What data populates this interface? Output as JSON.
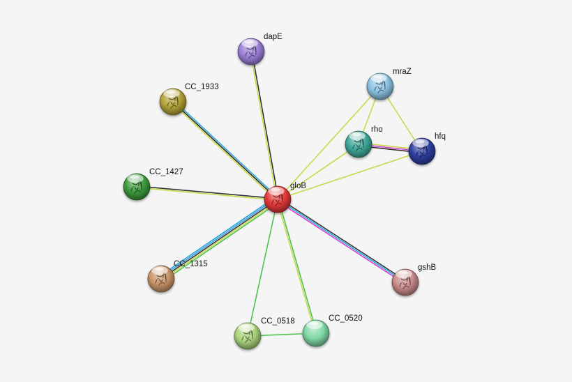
{
  "network": {
    "nodes": [
      {
        "id": "gloB",
        "label": "gloB",
        "color": "#e23838",
        "icon": "protein-structure-icon"
      },
      {
        "id": "dapE",
        "label": "dapE",
        "color": "#9b7fd6",
        "icon": "protein-structure-icon"
      },
      {
        "id": "CC_1933",
        "label": "CC_1933",
        "color": "#b2a238",
        "icon": "protein-structure-icon"
      },
      {
        "id": "CC_1427",
        "label": "CC_1427",
        "color": "#3c9a3c",
        "icon": "protein-structure-icon"
      },
      {
        "id": "CC_1315",
        "label": "CC_1315",
        "color": "#c9956a",
        "icon": "protein-structure-icon"
      },
      {
        "id": "CC_0518",
        "label": "CC_0518",
        "color": "#a8d37a",
        "icon": "protein-structure-icon"
      },
      {
        "id": "CC_0520",
        "label": "CC_0520",
        "color": "#7fd9a6",
        "icon": ""
      },
      {
        "id": "gshB",
        "label": "gshB",
        "color": "#c98a8a",
        "icon": "protein-structure-icon"
      },
      {
        "id": "hfq",
        "label": "hfq",
        "color": "#2e3d9e",
        "icon": "protein-structure-icon"
      },
      {
        "id": "rho",
        "label": "rho",
        "color": "#3fa79a",
        "icon": "protein-structure-icon"
      },
      {
        "id": "mraZ",
        "label": "mraZ",
        "color": "#8cc3e3",
        "icon": "protein-structure-icon"
      }
    ],
    "edges": [
      {
        "source": "gloB",
        "target": "dapE",
        "colors": [
          "#c9d94a",
          "#333333"
        ]
      },
      {
        "source": "gloB",
        "target": "CC_1933",
        "colors": [
          "#c9d94a",
          "#2a2a2a",
          "#27a6d8"
        ]
      },
      {
        "source": "gloB",
        "target": "CC_1427",
        "colors": [
          "#c9d94a",
          "#333333"
        ]
      },
      {
        "source": "gloB",
        "target": "CC_1315",
        "colors": [
          "#4cc24c",
          "#c9d94a",
          "#333333",
          "#3fa0e0",
          "#27a6d8"
        ]
      },
      {
        "source": "gloB",
        "target": "CC_0518",
        "colors": [
          "#4cc24c"
        ]
      },
      {
        "source": "gloB",
        "target": "CC_0520",
        "colors": [
          "#4cc24c",
          "#c9d94a"
        ]
      },
      {
        "source": "gloB",
        "target": "gshB",
        "colors": [
          "#333333",
          "#27a6d8",
          "#d43fd4"
        ]
      },
      {
        "source": "gloB",
        "target": "hfq",
        "colors": [
          "#c9d94a"
        ]
      },
      {
        "source": "gloB",
        "target": "rho",
        "colors": [
          "#c9d94a"
        ]
      },
      {
        "source": "gloB",
        "target": "mraZ",
        "colors": [
          "#c9d94a"
        ]
      },
      {
        "source": "CC_0518",
        "target": "CC_0520",
        "colors": [
          "#4cc24c"
        ]
      },
      {
        "source": "rho",
        "target": "hfq",
        "colors": [
          "#c9d94a",
          "#d43fd4",
          "#333333"
        ]
      },
      {
        "source": "rho",
        "target": "mraZ",
        "colors": [
          "#c9d94a"
        ]
      },
      {
        "source": "mraZ",
        "target": "hfq",
        "colors": [
          "#c9d94a"
        ]
      }
    ]
  }
}
